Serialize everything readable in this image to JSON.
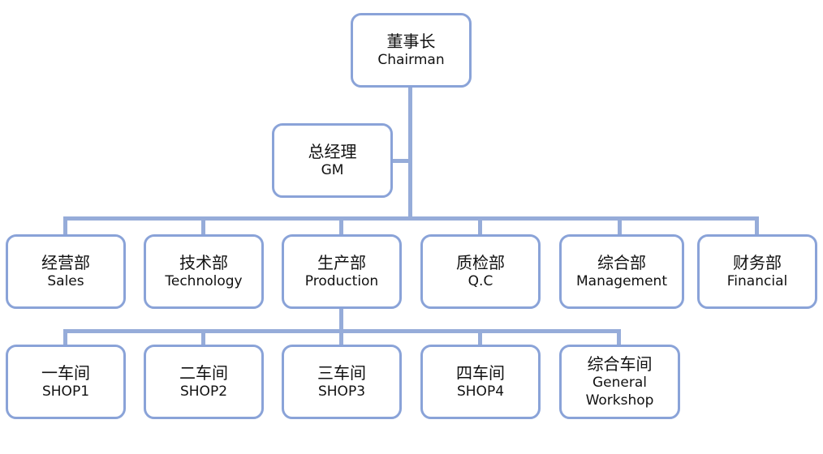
{
  "colors": {
    "node_border": "#8aa3d8",
    "connector": "#96acd9",
    "text": "#111111",
    "background": "#ffffff"
  },
  "nodes": {
    "chairman": {
      "zh": "董事长",
      "en": "Chairman"
    },
    "gm": {
      "zh": "总经理",
      "en": "GM"
    },
    "departments": [
      {
        "zh": "经营部",
        "en": "Sales"
      },
      {
        "zh": "技术部",
        "en": "Technology"
      },
      {
        "zh": "生产部",
        "en": "Production"
      },
      {
        "zh": "质检部",
        "en": "Q.C"
      },
      {
        "zh": "综合部",
        "en": "Management"
      },
      {
        "zh": "财务部",
        "en": "Financial"
      }
    ],
    "workshops": [
      {
        "zh": "一车间",
        "en": "SHOP1"
      },
      {
        "zh": "二车间",
        "en": "SHOP2"
      },
      {
        "zh": "三车间",
        "en": "SHOP3"
      },
      {
        "zh": "四车间",
        "en": "SHOP4"
      },
      {
        "zh": "综合车间",
        "en": "General Workshop"
      }
    ]
  }
}
